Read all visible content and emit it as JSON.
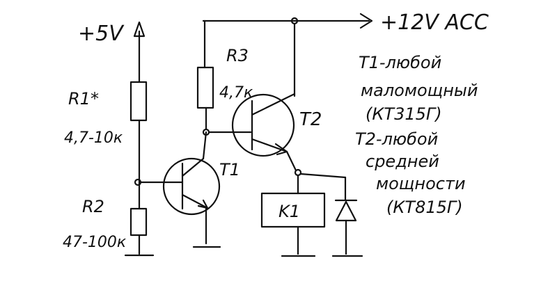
{
  "labels": {
    "v5": "+5V",
    "v12": "+12V ACC",
    "r1": "R1*",
    "r1_val": "4,7-10к",
    "r2": "R2",
    "r2_val": "47-100к",
    "r3": "R3",
    "r3_val": "4,7к",
    "t1": "T1",
    "t2": "T2",
    "k1": "K1"
  },
  "notes": [
    "T1-любой",
    "маломощный",
    "(КТ315Г)",
    "T2-любой",
    "средней",
    "мощности",
    "(КТ815Г)"
  ]
}
